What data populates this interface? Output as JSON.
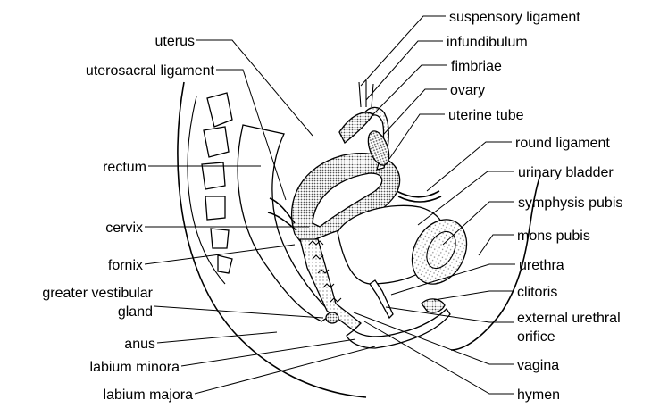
{
  "labels": {
    "suspensory_ligament": "suspensory ligament",
    "infundibulum": "infundibulum",
    "fimbriae": "fimbriae",
    "ovary": "ovary",
    "uterine_tube": "uterine tube",
    "round_ligament": "round ligament",
    "urinary_bladder": "urinary bladder",
    "symphysis_pubis": "symphysis pubis",
    "mons_pubis": "mons pubis",
    "urethra": "urethra",
    "clitoris": "clitoris",
    "external_urethral_orifice_1": "external urethral",
    "external_urethral_orifice_2": "orifice",
    "vagina": "vagina",
    "hymen": "hymen",
    "uterus": "uterus",
    "uterosacral_ligament": "uterosacral ligament",
    "rectum": "rectum",
    "cervix": "cervix",
    "fornix": "fornix",
    "greater_vestibular_gland_1": "greater vestibular",
    "greater_vestibular_gland_2": "gland",
    "anus": "anus",
    "labium_minora": "labium minora",
    "labium_majora": "labium majora"
  },
  "colors": {
    "line": "#000000",
    "shade": "#bdbdbd",
    "background": "#ffffff"
  }
}
